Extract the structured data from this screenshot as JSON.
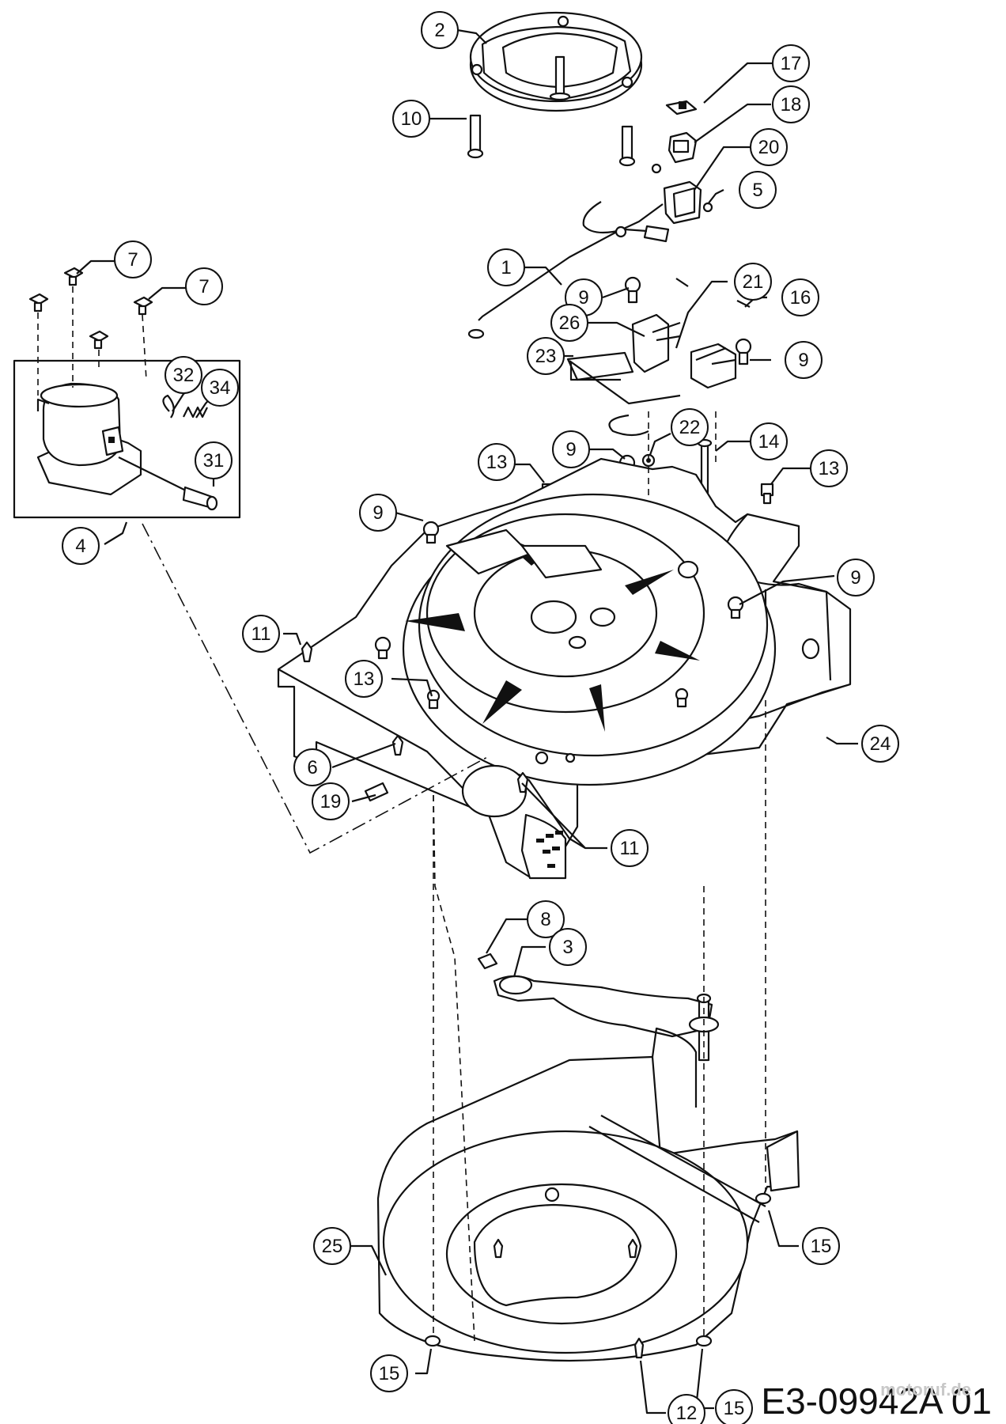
{
  "drawing_code": "E3-09942A 01",
  "watermark": "motoruf.de",
  "callouts": [
    {
      "id": "c2",
      "label": "2"
    },
    {
      "id": "c17",
      "label": "17"
    },
    {
      "id": "c18",
      "label": "18"
    },
    {
      "id": "c10",
      "label": "10"
    },
    {
      "id": "c20",
      "label": "20"
    },
    {
      "id": "c5",
      "label": "5"
    },
    {
      "id": "c7a",
      "label": "7"
    },
    {
      "id": "c7b",
      "label": "7"
    },
    {
      "id": "c1",
      "label": "1"
    },
    {
      "id": "c9a",
      "label": "9"
    },
    {
      "id": "c21",
      "label": "21"
    },
    {
      "id": "c16",
      "label": "16"
    },
    {
      "id": "c26",
      "label": "26"
    },
    {
      "id": "c23",
      "label": "23"
    },
    {
      "id": "c9b",
      "label": "9"
    },
    {
      "id": "c32",
      "label": "32"
    },
    {
      "id": "c34",
      "label": "34"
    },
    {
      "id": "c22",
      "label": "22"
    },
    {
      "id": "c9c",
      "label": "9"
    },
    {
      "id": "c31",
      "label": "31"
    },
    {
      "id": "c13a",
      "label": "13"
    },
    {
      "id": "c14",
      "label": "14"
    },
    {
      "id": "c13b",
      "label": "13"
    },
    {
      "id": "c9d",
      "label": "9"
    },
    {
      "id": "c4",
      "label": "4"
    },
    {
      "id": "c9e",
      "label": "9"
    },
    {
      "id": "c11a",
      "label": "11"
    },
    {
      "id": "c13c",
      "label": "13"
    },
    {
      "id": "c24",
      "label": "24"
    },
    {
      "id": "c6",
      "label": "6"
    },
    {
      "id": "c19",
      "label": "19"
    },
    {
      "id": "c11b",
      "label": "11"
    },
    {
      "id": "c8",
      "label": "8"
    },
    {
      "id": "c3",
      "label": "3"
    },
    {
      "id": "c25",
      "label": "25"
    },
    {
      "id": "c15a",
      "label": "15"
    },
    {
      "id": "c15b",
      "label": "15"
    },
    {
      "id": "c15c",
      "label": "15"
    },
    {
      "id": "c12",
      "label": "12"
    }
  ]
}
